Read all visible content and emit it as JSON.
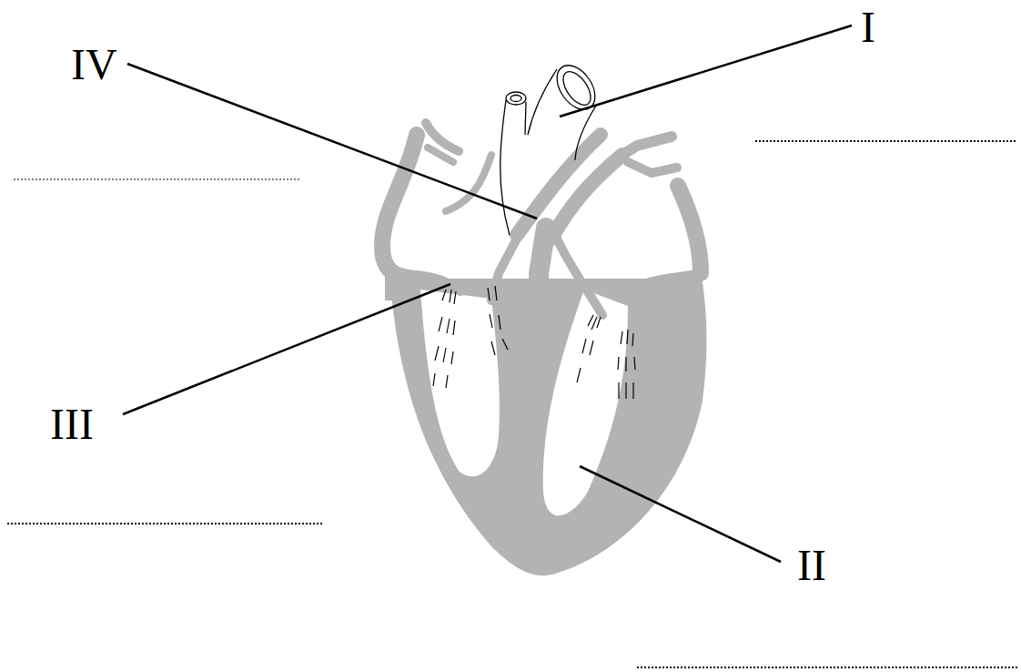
{
  "diagram": {
    "labels": [
      "I",
      "IV",
      "III",
      "II"
    ]
  }
}
